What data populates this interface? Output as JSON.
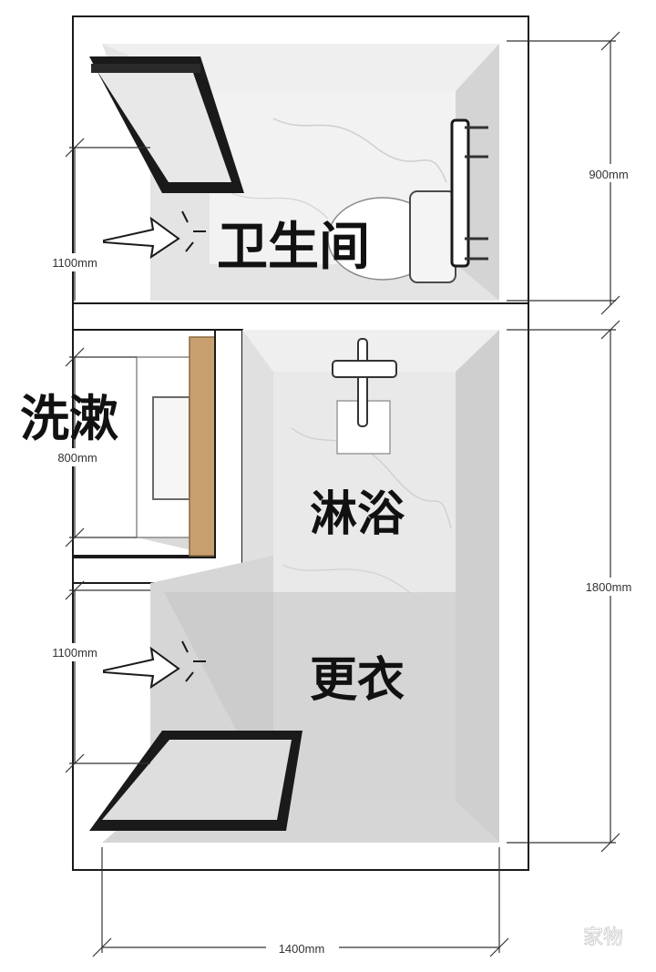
{
  "rooms": {
    "toilet": "卫生间",
    "washing": "洗漱",
    "shower": "淋浴",
    "changing": "更衣"
  },
  "dimensions": {
    "top_right": "900mm",
    "right_long": "1800mm",
    "left_upper": "1100mm",
    "washing_width": "800mm",
    "left_lower": "1100mm",
    "bottom_width": "1400mm"
  },
  "watermark": "家物",
  "colors": {
    "wall": "#ffffff",
    "wall_outline": "#1a1a1a",
    "floor": "#d9d9d9",
    "floor_light": "#ececec",
    "shadow": "#9a9a9a",
    "door_frame": "#1a1a1a",
    "vanity_wood": "#c8a070"
  }
}
